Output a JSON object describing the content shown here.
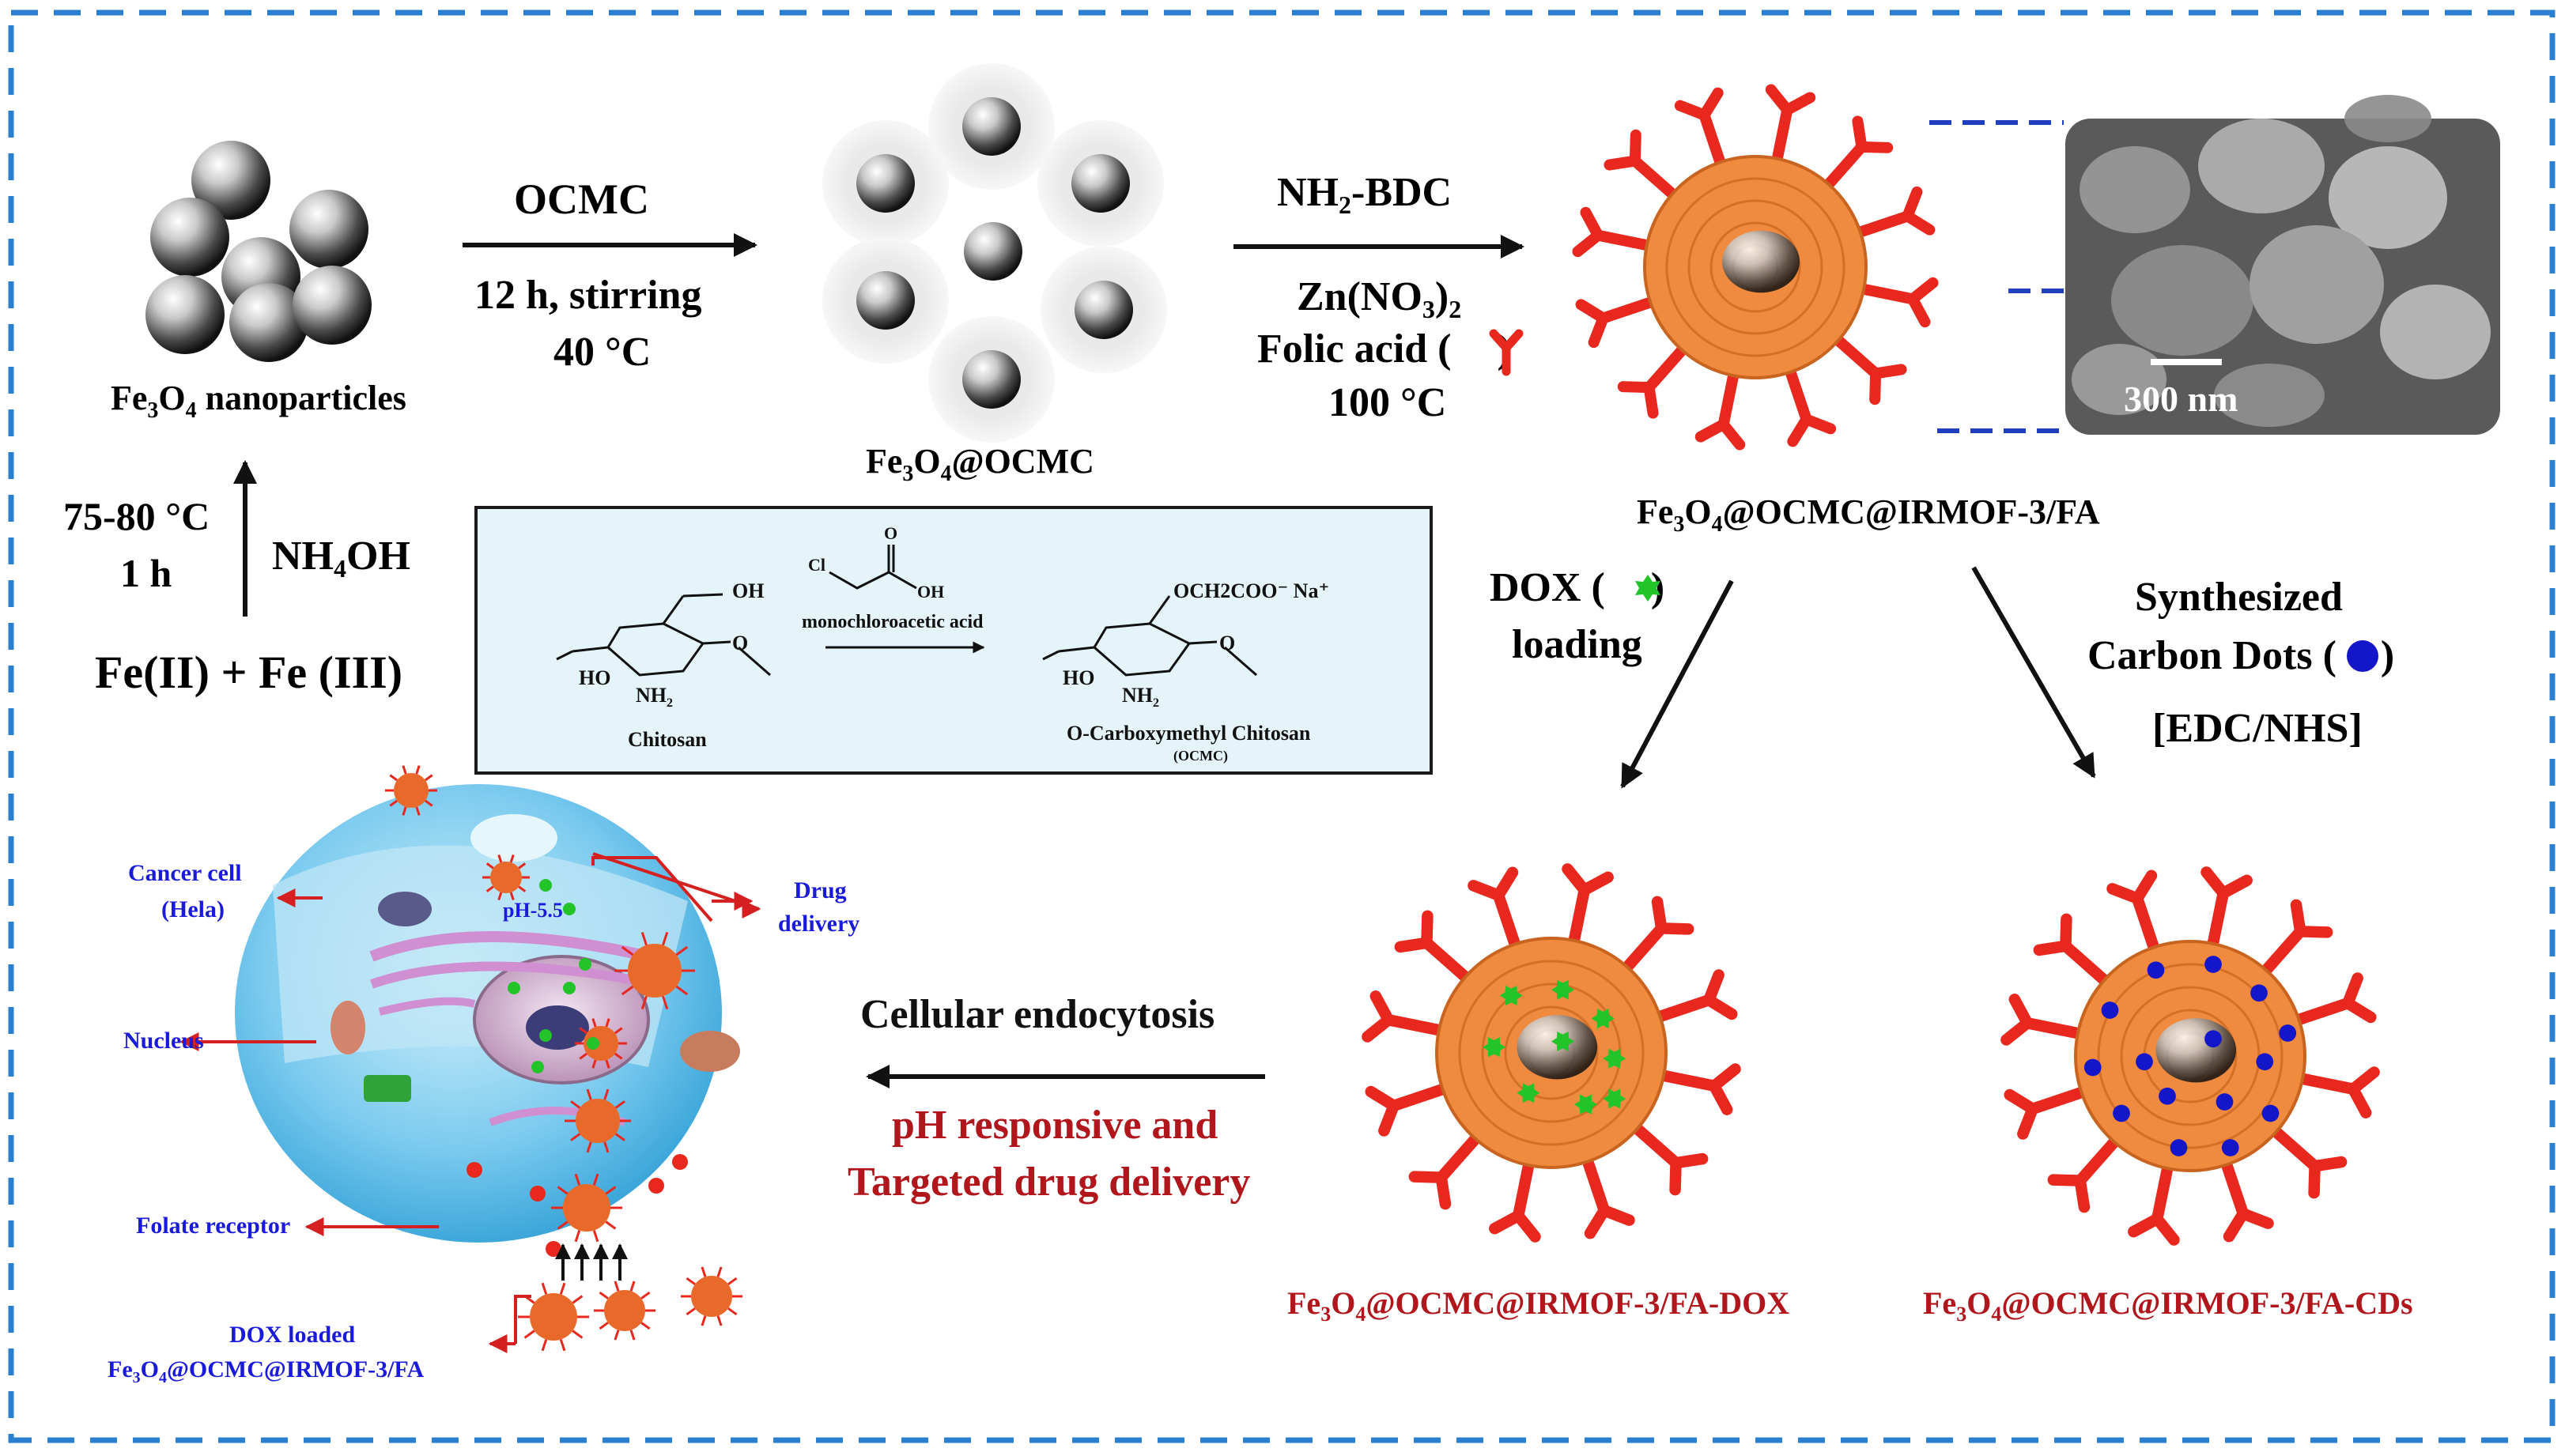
{
  "colors": {
    "frame_border": "#2b7fd1",
    "text": "#111111",
    "accent_red": "#b0161b",
    "cell_label_blue": "#1a1adb",
    "mof_orange": "#f08a3e",
    "folic_red": "#e8281e",
    "dox_green": "#22c42a",
    "carbon_dot_blue": "#1417c9",
    "scheme_bg": "#e4f4f9"
  },
  "steps": {
    "fe3o4": {
      "label": "Fe3O4 nanoparticles"
    },
    "coprecipitation": {
      "reactants": "Fe(II) + Fe (III)",
      "reagent": "NH4OH",
      "conditions": [
        "75-80 °C",
        "1 h"
      ]
    },
    "ocmc_coating": {
      "reagent": "OCMC",
      "conditions": [
        "12 h, stirring",
        "40 °C"
      ],
      "product": "Fe3O4@OCMC"
    },
    "mof_growth": {
      "reagents": [
        "NH2-BDC",
        "Zn(NO3)2",
        "Folic acid (",
        ")",
        "100 °C"
      ],
      "product": "Fe3O4@OCMC@IRMOF-3/FA"
    },
    "sem": {
      "scale_bar": "300 nm"
    },
    "dox_branch": {
      "label": [
        "DOX (",
        ")",
        "loading"
      ],
      "product": "Fe3O4@OCMC@IRMOF-3/FA-DOX"
    },
    "cd_branch": {
      "label": [
        "Synthesized",
        "Carbon Dots (",
        ")",
        "[EDC/NHS]"
      ],
      "product": "Fe3O4@OCMC@IRMOF-3/FA-CDs"
    },
    "delivery": {
      "top": "Cellular endocytosis",
      "bottom": [
        "pH responsive and",
        "Targeted drug delivery"
      ]
    }
  },
  "scheme": {
    "reagent": "monochloroacetic acid",
    "start_name": "Chitosan",
    "product_name": "O-Carboxymethyl Chitosan",
    "product_abbr": "(OCMC)",
    "atoms": {
      "cl": "Cl",
      "o": "O",
      "oh": "OH",
      "ho": "HO",
      "nh2": "NH2",
      "carboxymethyl": "OCH2COO⁻ Na⁺"
    }
  },
  "cell": {
    "labels": {
      "cancer_cell": [
        "Cancer cell",
        "(Hela)"
      ],
      "nucleus": "Nucleus",
      "folate_receptor": "Folate receptor",
      "dox_loaded": [
        "DOX loaded",
        "Fe3O4@OCMC@IRMOF-3/FA"
      ],
      "ph": "pH-5.5",
      "drug_delivery": [
        "Drug",
        "delivery"
      ]
    }
  }
}
